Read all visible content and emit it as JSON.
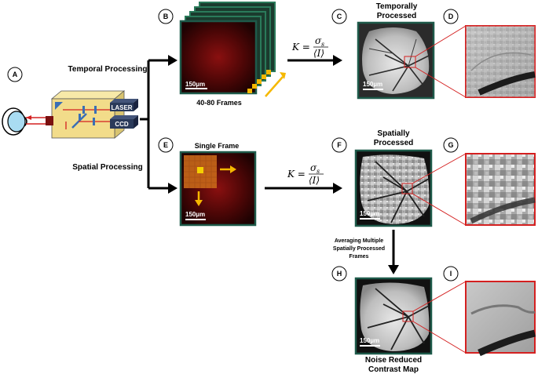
{
  "panels": {
    "A": "A",
    "B": "B",
    "C": "C",
    "D": "D",
    "E": "E",
    "F": "F",
    "G": "G",
    "H": "H",
    "I": "I"
  },
  "labels": {
    "temporal_processing": "Temporal Processing",
    "spatial_processing": "Spatial Processing",
    "frames_40_80": "40-80 Frames",
    "single_frame": "Single Frame",
    "temporally_processed_line1": "Temporally",
    "temporally_processed_line2": "Processed",
    "spatially_processed_line1": "Spatially",
    "spatially_processed_line2": "Processed",
    "averaging_line1": "Averaging Multiple",
    "averaging_line2": "Spatially Processed",
    "averaging_line3": "Frames",
    "noise_reduced_line1": "Noise Reduced",
    "noise_reduced_line2": "Contrast Map"
  },
  "device": {
    "laser": "LASER",
    "ccd": "CCD"
  },
  "scale_bar": "150µm",
  "equation": {
    "k": "K =",
    "numerator": "σ",
    "numerator_sub": "s",
    "denominator": "⟨I⟩"
  },
  "colors": {
    "frame_border": "#1e5a4a",
    "zoom_border": "#d42020",
    "arrow": "#000000",
    "accent_arrow": "#f5b800",
    "box": "#f2dc8a",
    "laser_box": "#2a3a5a"
  }
}
